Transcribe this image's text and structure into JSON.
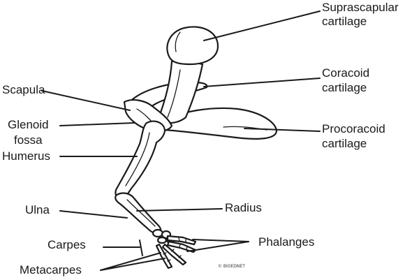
{
  "labels": {
    "suprascapular": [
      "Suprascapular",
      "cartilage"
    ],
    "coracoid": [
      "Coracoid",
      "cartilage"
    ],
    "procoracoid": [
      "Procoracoid",
      "cartilage"
    ],
    "scapula": "Scapula",
    "glenoid": [
      "Glenoid",
      "fossa"
    ],
    "humerus": "Humerus",
    "radius": "Radius",
    "ulna": "Ulna",
    "carpes": "Carpes",
    "phalanges": "Phalanges",
    "metacarpes": "Metacarpes"
  },
  "credit": "© BIOEDNET"
}
